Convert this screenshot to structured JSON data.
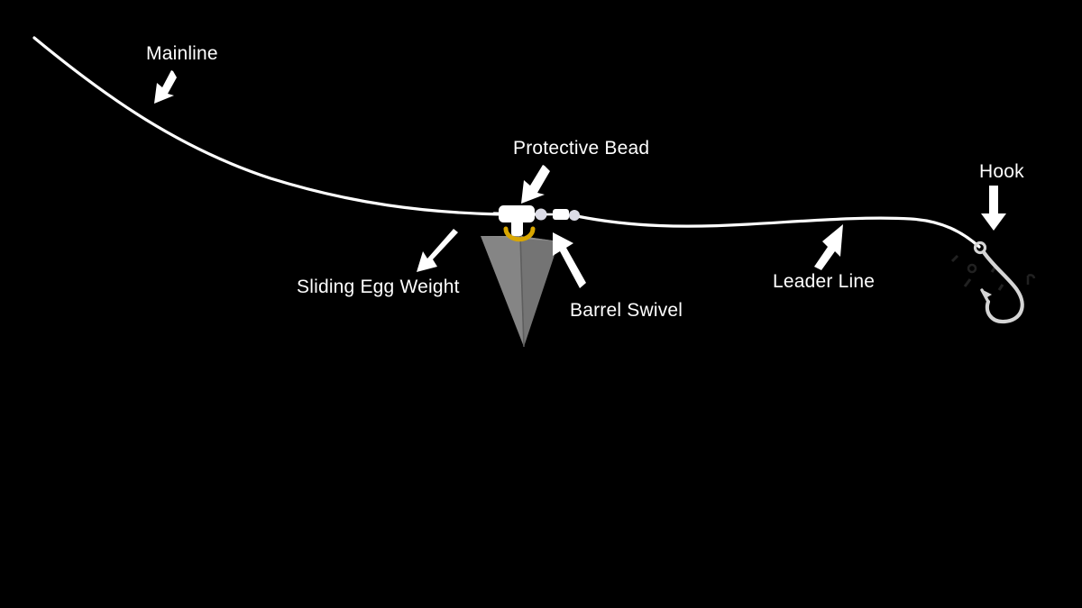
{
  "figure": {
    "title": "Carolina / sliding egg weight fishing rig diagram",
    "background_color": "#000000",
    "line_color": "#ffffff",
    "sinker_color": "#7d7d7d",
    "sinker_shade_color": "#6f6f6f",
    "ring_color": "#d8a600",
    "label_color": "#ffffff",
    "swivel_bead_color": "#dcdce6"
  },
  "labels": [
    {
      "id": "mainline",
      "text": "Mainline",
      "arrow": "arrow-down-left-icon"
    },
    {
      "id": "protective_bead",
      "text": "Protective Bead",
      "arrow": "arrow-down-left-icon"
    },
    {
      "id": "hook",
      "text": "Hook",
      "arrow": "arrow-down-icon"
    },
    {
      "id": "sliding_egg_weight",
      "text": "Sliding Egg Weight",
      "arrow": "arrow-up-right-icon"
    },
    {
      "id": "barrel_swivel",
      "text": "Barrel Swivel",
      "arrow": "arrow-up-left-icon"
    },
    {
      "id": "leader_line",
      "text": "Leader Line",
      "arrow": "arrow-up-icon"
    }
  ],
  "components": [
    {
      "id": "mainline",
      "name": "mainline-fishing-line"
    },
    {
      "id": "sliding_egg_weight",
      "name": "sliding-egg-weight"
    },
    {
      "id": "pyramid_sinker",
      "name": "pyramid-sinker"
    },
    {
      "id": "split_ring",
      "name": "split-ring"
    },
    {
      "id": "protective_bead",
      "name": "protective-bead"
    },
    {
      "id": "barrel_swivel",
      "name": "barrel-swivel"
    },
    {
      "id": "leader_line",
      "name": "leader-fishing-line"
    },
    {
      "id": "hook",
      "name": "j-hook"
    }
  ]
}
